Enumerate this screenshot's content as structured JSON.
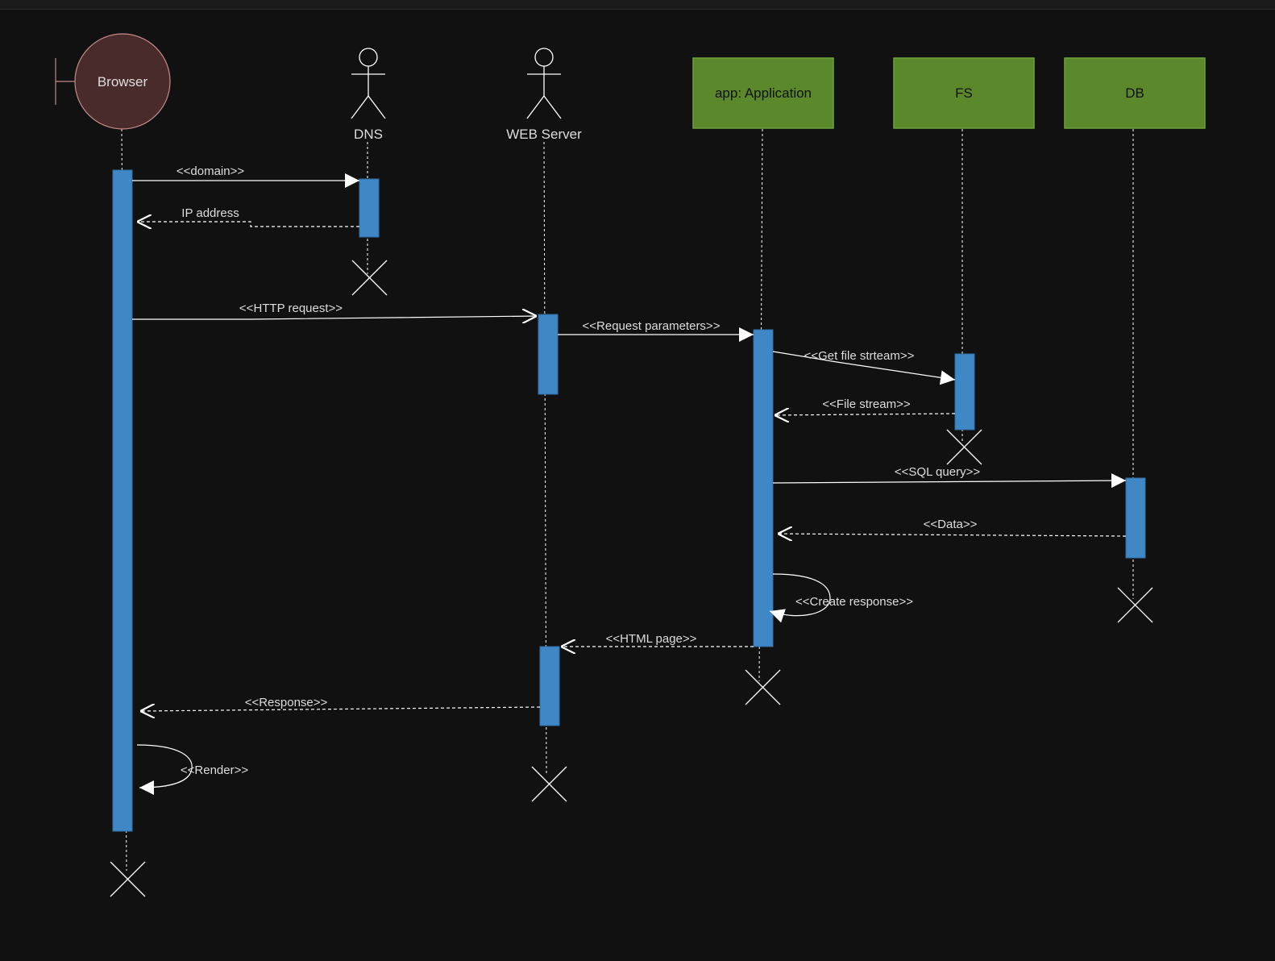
{
  "colors": {
    "background": "#111111",
    "line": "#ffffff",
    "activation": "#3f88c5",
    "activation_border": "#2f6ea8",
    "component_fill": "#5b882a",
    "component_border": "#6fa33a",
    "boundary_fill": "#4a2b2b",
    "boundary_border": "#c58a8a",
    "text": "#dddddd",
    "component_text": "#111111"
  },
  "participants": {
    "browser": {
      "label": "Browser",
      "kind": "boundary",
      "icon": "boundary-icon"
    },
    "dns": {
      "label": "DNS",
      "kind": "actor",
      "icon": "actor-icon"
    },
    "web": {
      "label": "WEB Server",
      "kind": "actor",
      "icon": "actor-icon"
    },
    "app": {
      "label": "app: Application",
      "kind": "component"
    },
    "fs": {
      "label": "FS",
      "kind": "component"
    },
    "db": {
      "label": "DB",
      "kind": "component"
    }
  },
  "messages": {
    "domain": {
      "label": "<<domain>>",
      "from": "browser",
      "to": "dns",
      "style": "sync"
    },
    "ip": {
      "label": "IP address",
      "from": "dns",
      "to": "browser",
      "style": "return"
    },
    "http": {
      "label": "<<HTTP request>>",
      "from": "browser",
      "to": "web",
      "style": "async"
    },
    "params": {
      "label": "<<Request parameters>>",
      "from": "web",
      "to": "app",
      "style": "sync"
    },
    "getfile": {
      "label": "<<Get file strteam>>",
      "from": "app",
      "to": "fs",
      "style": "sync"
    },
    "filestream": {
      "label": "<<File stream>>",
      "from": "fs",
      "to": "app",
      "style": "return"
    },
    "sql": {
      "label": "<<SQL query>>",
      "from": "app",
      "to": "db",
      "style": "sync"
    },
    "data": {
      "label": "<<Data>>",
      "from": "db",
      "to": "app",
      "style": "return"
    },
    "create": {
      "label": "<<Create response>>",
      "from": "app",
      "to": "app",
      "style": "self"
    },
    "html": {
      "label": "<<HTML page>>",
      "from": "app",
      "to": "web",
      "style": "return"
    },
    "response": {
      "label": "<<Response>>",
      "from": "web",
      "to": "browser",
      "style": "return"
    },
    "render": {
      "label": "<<Render>>",
      "from": "browser",
      "to": "browser",
      "style": "self"
    }
  }
}
